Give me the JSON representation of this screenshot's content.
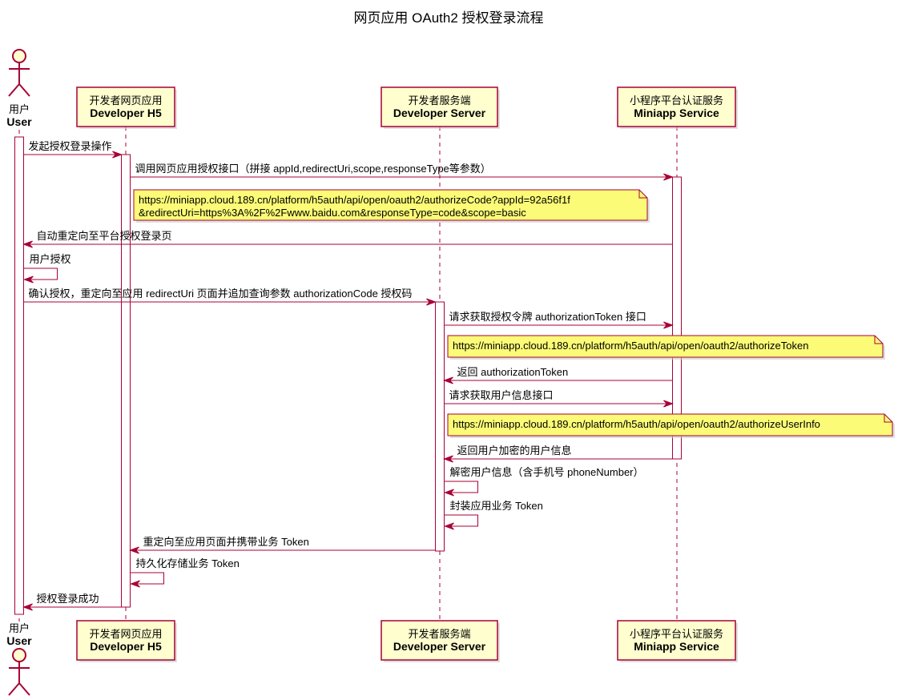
{
  "title": "网页应用 OAuth2 授权登录流程",
  "colors": {
    "border": "#A80036",
    "participant_fill": "#FEFECE",
    "note_fill": "#FBFB77",
    "activation_fill": "#FFFFFF"
  },
  "participants": [
    {
      "id": "user",
      "type": "actor",
      "label": "用户",
      "sublabel": "User"
    },
    {
      "id": "h5",
      "type": "participant",
      "label": "开发者网页应用",
      "sublabel": "Developer H5"
    },
    {
      "id": "server",
      "type": "participant",
      "label": "开发者服务端",
      "sublabel": "Developer Server"
    },
    {
      "id": "miniapp",
      "type": "participant",
      "label": "小程序平台认证服务",
      "sublabel": "Miniapp Service"
    }
  ],
  "messages": [
    {
      "from": "user",
      "to": "h5",
      "label": "发起授权登录操作"
    },
    {
      "from": "h5",
      "to": "miniapp",
      "label": "调用网页应用授权接口（拼接 appId,redirectUri,scope,responseType等参数）"
    },
    {
      "from": "miniapp",
      "to": "user",
      "label": "自动重定向至平台授权登录页"
    },
    {
      "from": "user",
      "to": "user",
      "label": "用户授权"
    },
    {
      "from": "user",
      "to": "server",
      "label": "确认授权，重定向至应用 redirectUri 页面并追加查询参数 authorizationCode 授权码"
    },
    {
      "from": "server",
      "to": "miniapp",
      "label": "请求获取授权令牌 authorizationToken 接口"
    },
    {
      "from": "miniapp",
      "to": "server",
      "label": "返回 authorizationToken"
    },
    {
      "from": "server",
      "to": "miniapp",
      "label": "请求获取用户信息接口"
    },
    {
      "from": "miniapp",
      "to": "server",
      "label": "返回用户加密的用户信息"
    },
    {
      "from": "server",
      "to": "server",
      "label": "解密用户信息（含手机号 phoneNumber）"
    },
    {
      "from": "server",
      "to": "server",
      "label": "封装应用业务 Token"
    },
    {
      "from": "server",
      "to": "h5",
      "label": "重定向至应用页面并携带业务 Token"
    },
    {
      "from": "h5",
      "to": "h5",
      "label": "持久化存储业务 Token"
    },
    {
      "from": "h5",
      "to": "user",
      "label": "授权登录成功"
    }
  ],
  "notes": [
    {
      "lines": [
        "https://miniapp.cloud.189.cn/platform/h5auth/api/open/oauth2/authorizeCode?appId=92a56f1f",
        "&redirectUri=https%3A%2F%2Fwww.baidu.com&responseType=code&scope=basic"
      ]
    },
    {
      "lines": [
        "https://miniapp.cloud.189.cn/platform/h5auth/api/open/oauth2/authorizeToken"
      ]
    },
    {
      "lines": [
        "https://miniapp.cloud.189.cn/platform/h5auth/api/open/oauth2/authorizeUserInfo"
      ]
    }
  ]
}
